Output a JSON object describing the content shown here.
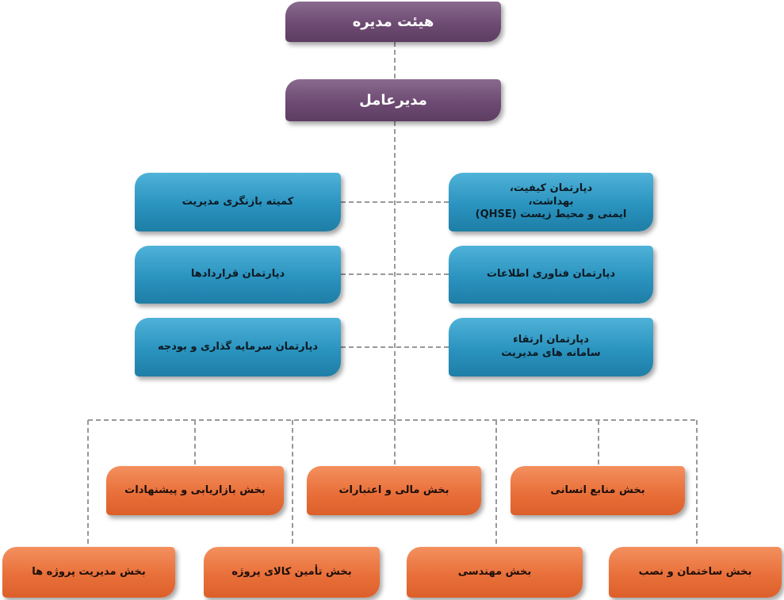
{
  "board": "هیئت مدیره",
  "ceo": "مدیرعامل",
  "staff_left": [
    {
      "lines": [
        "کمیته بازنگری مدیریت"
      ]
    },
    {
      "lines": [
        "دپارتمان قراردادها"
      ]
    },
    {
      "lines": [
        "دپارتمان سرمایه گذاری و بودجه"
      ]
    }
  ],
  "staff_right": [
    {
      "lines": [
        "دپارتمان کیفیت،",
        "بهداشت،",
        "ایمنی و محیط زیست (QHSE)"
      ]
    },
    {
      "lines": [
        "دپارتمان فناوری اطلاعات"
      ]
    },
    {
      "lines": [
        "دپارتمان ارتقاء",
        "سامانه های مدیریت"
      ]
    }
  ],
  "divisions_row1": [
    "بخش بازاریابی و پیشنهادات",
    "بخش مالی و اعتبارات",
    "بخش منابع انسانی"
  ],
  "divisions_row2": [
    "بخش مدیریت پروژه ها",
    "بخش تأمین کالای پروژه",
    "بخش مهندسی",
    "بخش ساختمان و نصب"
  ],
  "colors": {
    "executive": "#6d4b72",
    "department": "#2a93bf",
    "division": "#e9703a",
    "connector": "#999999"
  }
}
